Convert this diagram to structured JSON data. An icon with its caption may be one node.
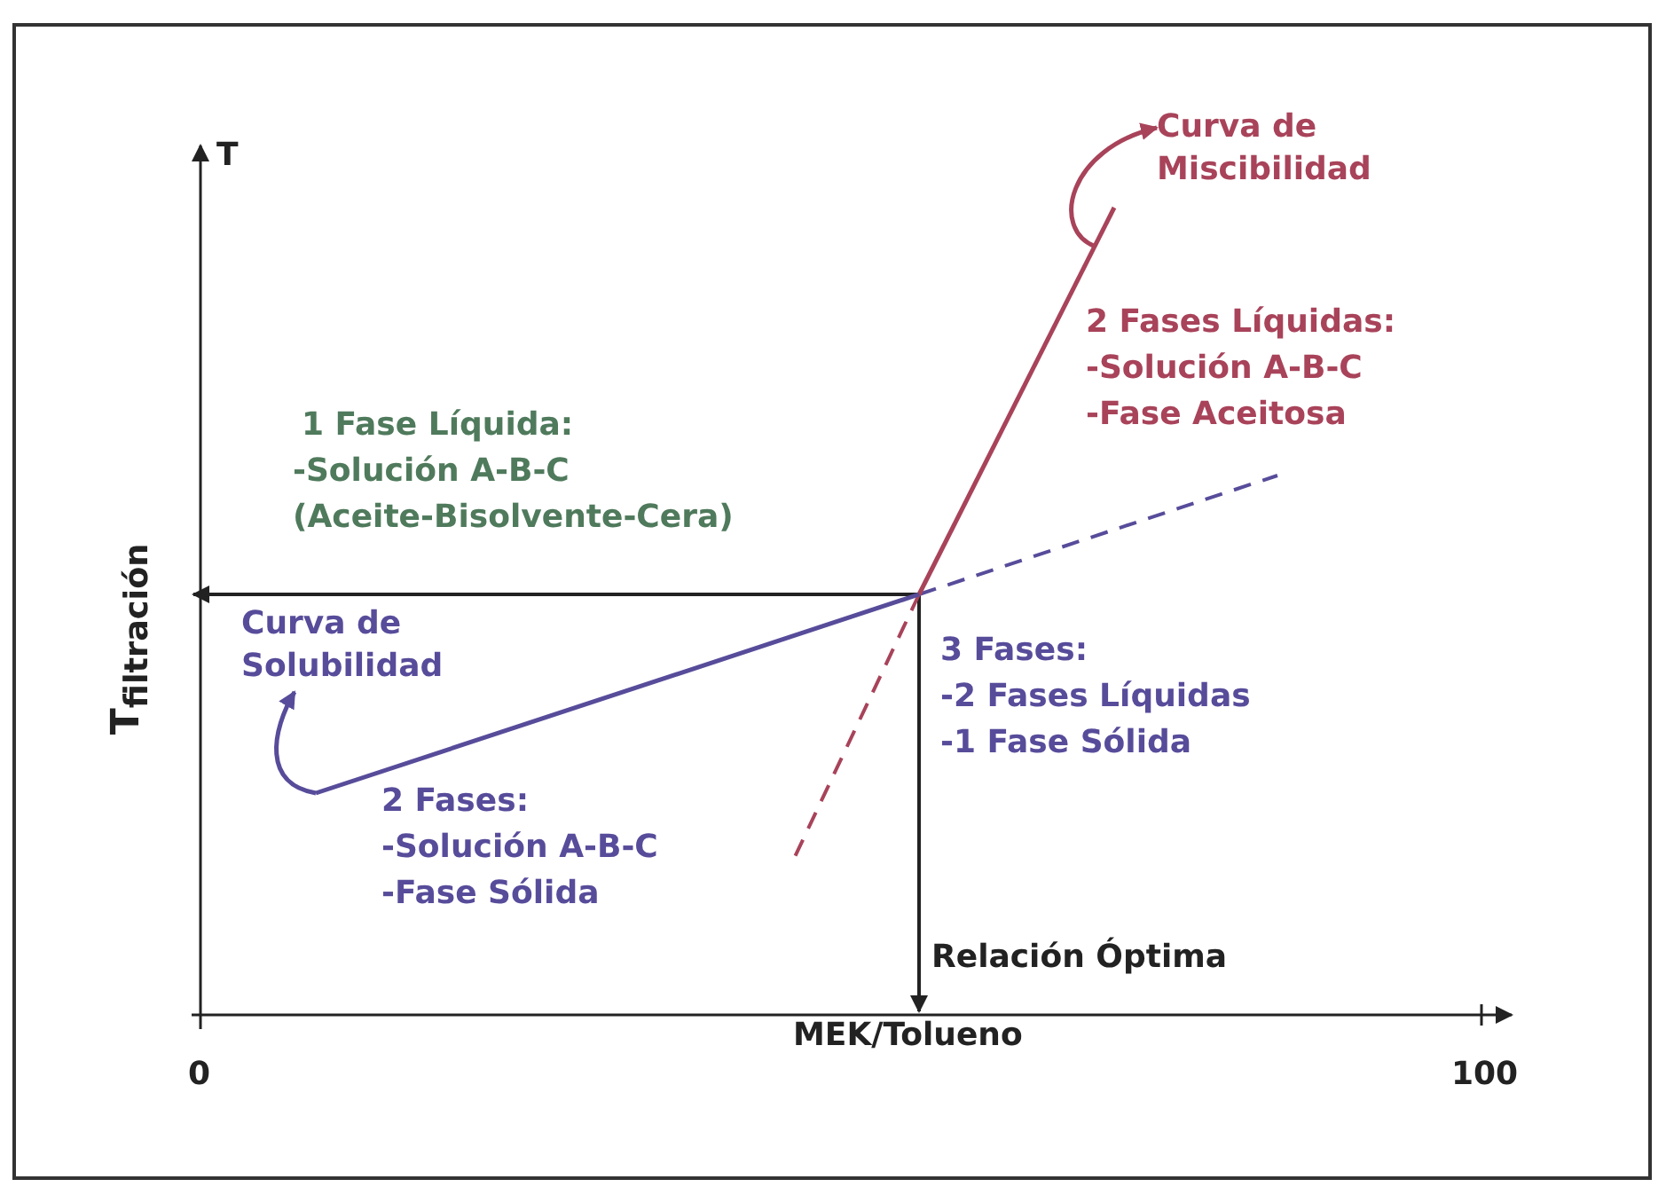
{
  "diagram": {
    "nodes": [
      {
        "text": [
          "Curva de Miscibilidad"
        ]
      },
      {
        "text": [],
        "shape": "line"
      },
      {
        "text": [
          "Curva de Solubilidad"
        ]
      },
      {
        "text": [],
        "shape": "line"
      }
    ],
    "edges": [
      {
        "from": 1,
        "to": 0,
        "arrow": "to"
      },
      {
        "from": 3,
        "to": 2,
        "arrow": "to"
      }
    ],
    "labels": [
      "T",
      "T$_{filtración}$",
      "1 Fase Líquida:",
      "-Solución A-B-C",
      "(Aceite-Bisolvente-Cera)",
      "2 Fases Líquidas:",
      "-Solución A-B-C",
      "-Fase Aceitosa",
      "3 Fases:",
      "-2 Fases Líquidas",
      "-1 Fase Sólida",
      "2 Fases:",
      "-Solución A-B-C",
      "-Fase Sólida",
      "Relación Óptima",
      "MEK/Tolueno",
      "0",
      "100"
    ]
  }
}
